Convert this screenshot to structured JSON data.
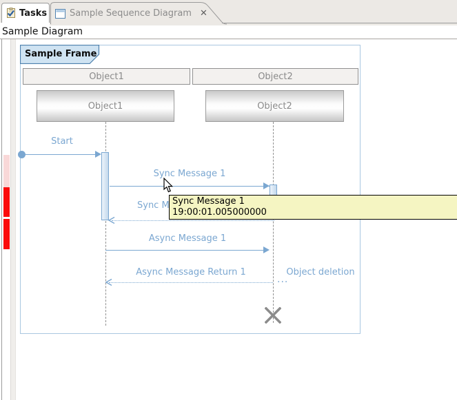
{
  "tabs": {
    "tasks": {
      "label": "Tasks"
    },
    "editor": {
      "label": "Sample Sequence Diagram",
      "close_glyph": "✕"
    }
  },
  "breadcrumb": {
    "title": "Sample Diagram"
  },
  "diagram": {
    "frame_title": "Sample Frame",
    "headers": [
      "Object1",
      "Object2"
    ],
    "objects": [
      "Object1",
      "Object2"
    ],
    "messages": {
      "start": "Start",
      "sync1": "Sync Message 1",
      "sync_return_truncated": "Sync M",
      "async1": "Async Message 1",
      "async_return": "Async Message Return 1",
      "deletion_label": "Object deletion",
      "deletion_dots": "..."
    },
    "colors": {
      "message_blue": "#7ba7d1",
      "frame_border": "#a9c7e0",
      "frame_label_fill": "#cfe3f2",
      "frame_label_border": "#4d80ad",
      "object_text_gray": "#8a8a8a",
      "deletion_cross_gray": "#8c8c8c",
      "time_marker_red": "#fb0b0b",
      "time_marker_pink": "#f9d8d8",
      "tooltip_bg": "#f5f5c2"
    }
  },
  "tooltip": {
    "line1": "Sync Message 1",
    "line2": "19:00:01.005000000"
  }
}
